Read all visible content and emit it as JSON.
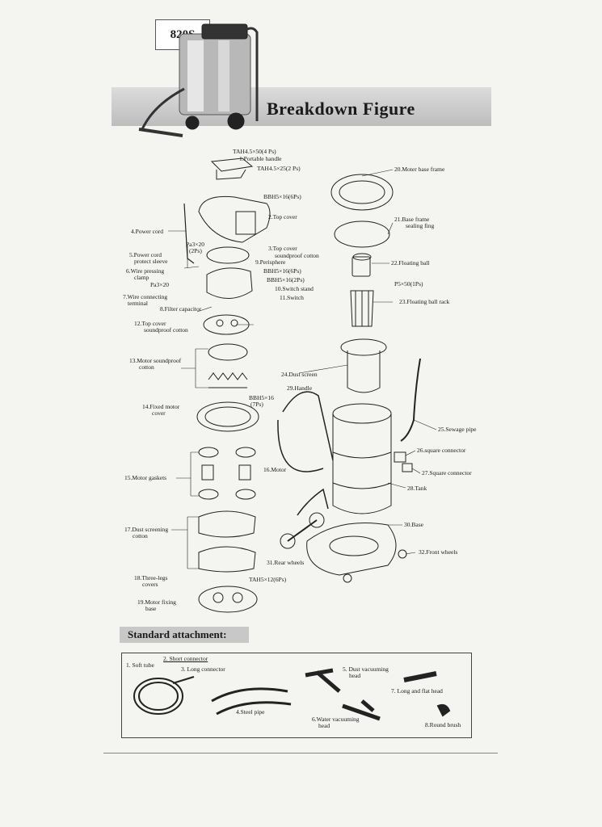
{
  "model": "820S",
  "title": "Breakdown Figure",
  "standard_attachment_title": "Standard attachment:",
  "part_labels": {
    "screw_tah_50": "TAH4.5×50(4 Ps)",
    "p1": "1.Portable handle",
    "screw_tah_25": "TAH4.5×25(2 Ps)",
    "screw_bbh_6": "BBH5×16(6Ps)",
    "p2": "2.Top cover",
    "p3a": "3.Top cover",
    "p3b": "soundproof cotton",
    "p4": "4.Power cord",
    "pa_2ps_a": "Pa3×20",
    "pa_2ps_b": "(2Ps)",
    "p5a": "5.Power cord",
    "p5b": "protect sleeve",
    "p6a": "6.Wire pressing",
    "p6b": "clamp",
    "pa_single": "Pa3×20",
    "p7a": "7.Wire connecting",
    "p7b": "terminal",
    "p8": "8.Filter capacitor",
    "p9": "9.Perisphere",
    "screw_bbh_6b": "BBH5×16(6Ps)",
    "screw_bbh_2": "BBH5×16(2Ps)",
    "p10": "10.Switch stand",
    "p11": "11.Switch",
    "p12a": "12.Top cover",
    "p12b": "soundproof cotton",
    "p13a": "13.Motor soundproof",
    "p13b": "cotton",
    "p14a": "14.Fixed motor",
    "p14b": "cover",
    "screw_bbh_7a": "BBH5×16",
    "screw_bbh_7b": "(7Ps)",
    "p15": "15.Motor gaskets",
    "p16": "16.Motor",
    "p17a": "17.Dust screening",
    "p17b": "cotton",
    "p18a": "18.Three-legs",
    "p18b": "covers",
    "p19a": "19.Motor fixing",
    "p19b": "base",
    "screw_tah_12": "TAH5×12(6Ps)",
    "p20": "20.Moter base frame",
    "p21a": "21.Base frame",
    "p21b": "sealing fing",
    "p22": "22.Floating ball",
    "screw_p5": "P5×50(1Ps)",
    "p23": "23.Floating ball rack",
    "p24": "24.Dust screen",
    "p25": "25.Sewage pipe",
    "p26": "26.square connector",
    "p27": "27.Square connector",
    "p28": "28.Tank",
    "p29": "29.Handle",
    "p30": "30.Base",
    "p31": "31.Rear wheels",
    "p32": "32.Front wheels"
  },
  "attachments": {
    "a1": "1. Soft tube",
    "a2": "2. Short connector",
    "a3": "3. Long connector",
    "a4": "4.Steel pipe",
    "a5a": "5. Dust vacuuming",
    "a5b": "head",
    "a6a": "6.Water vacuuming",
    "a6b": "head",
    "a7": "7. Long and flat head",
    "a8": "8.Round brush"
  }
}
